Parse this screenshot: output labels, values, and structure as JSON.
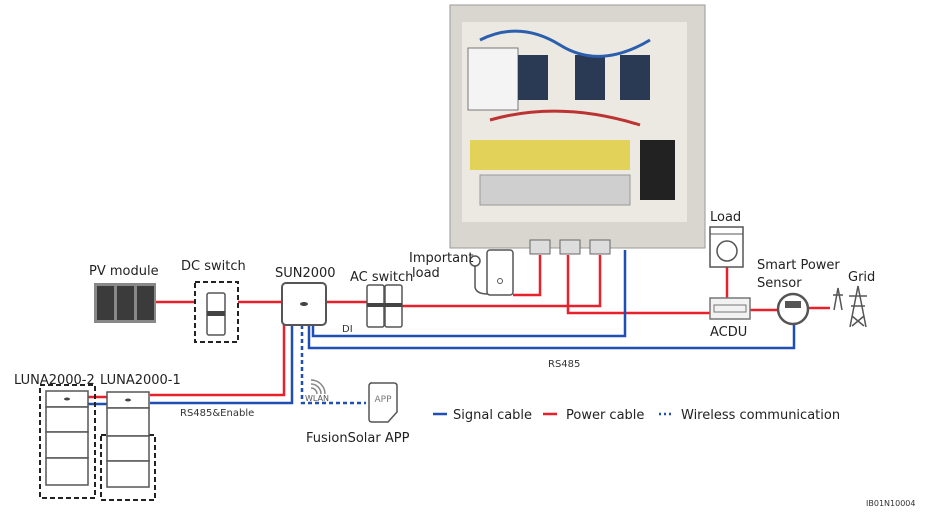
{
  "labels": {
    "pv_module": "PV module",
    "dc_switch": "DC switch",
    "sun2000": "SUN2000",
    "ac_switch": "AC switch",
    "important_load_1": "Important",
    "important_load_2": "load",
    "load": "Load",
    "smart_power_sensor_1": "Smart Power",
    "smart_power_sensor_2": "Sensor",
    "grid": "Grid",
    "acdu": "ACDU",
    "di": "DI",
    "rs485": "RS485",
    "luna2": "LUNA2000-2",
    "luna1": "LUNA2000-1",
    "rs485_enable": "RS485&Enable",
    "wlan": "WLAN",
    "app_icon": "APP",
    "fusionsolar_app": "FusionSolar APP",
    "figure_id": "IB01N10004"
  },
  "legend": [
    {
      "label": "Signal cable",
      "color": "#1f4fb5",
      "style": "solid"
    },
    {
      "label": "Power cable",
      "color": "#e8202a",
      "style": "solid"
    },
    {
      "label": "Wireless communication",
      "color": "#1f4fb5",
      "style": "dotted"
    }
  ],
  "colors": {
    "power": "#e8202a",
    "signal": "#1f4fb5",
    "outline": "#555555"
  }
}
